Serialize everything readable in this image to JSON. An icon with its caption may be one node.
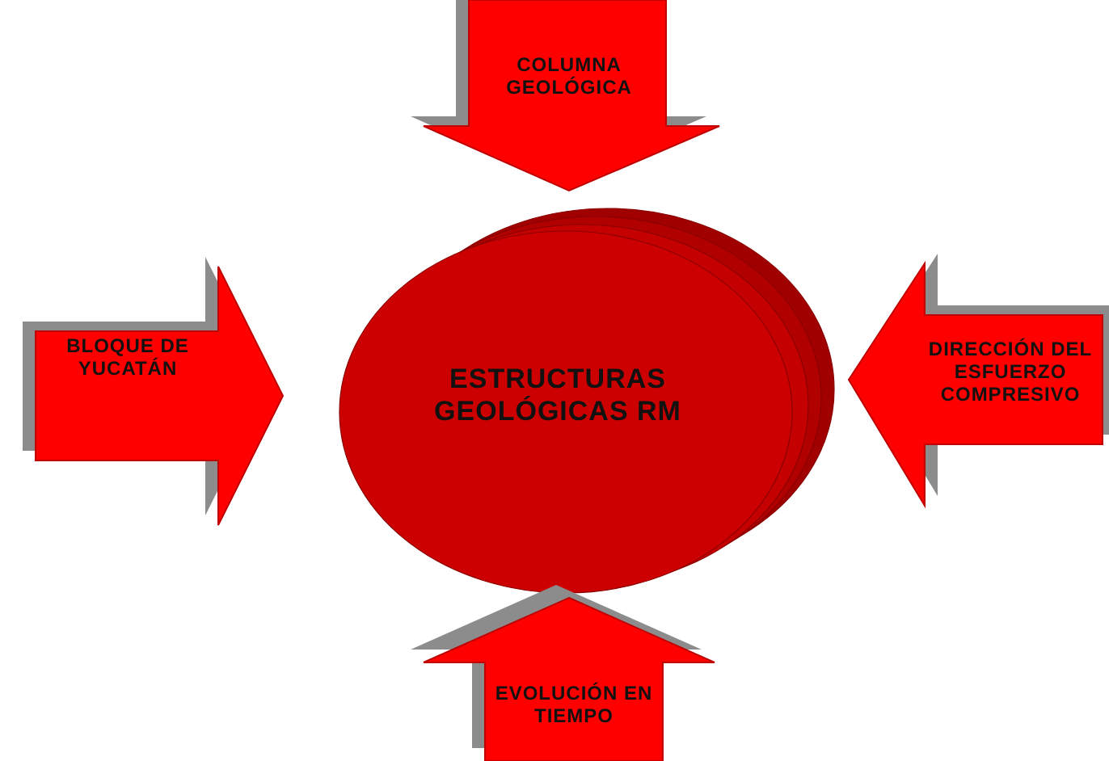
{
  "diagram": {
    "nodes": [
      {
        "text": [
          "COLUMNA GEOLÓGICA"
        ]
      },
      {
        "text": [
          "BLOQUE DE YUCATÁN"
        ]
      },
      {
        "text": [
          "ESTRUCTURAS GEOLÓGICAS RM"
        ]
      },
      {
        "text": [
          "DIRECCIÓN DEL ESFUERZO COMPRESIVO"
        ]
      },
      {
        "text": [
          "EVOLUCIÓN EN TIEMPO"
        ]
      }
    ]
  }
}
